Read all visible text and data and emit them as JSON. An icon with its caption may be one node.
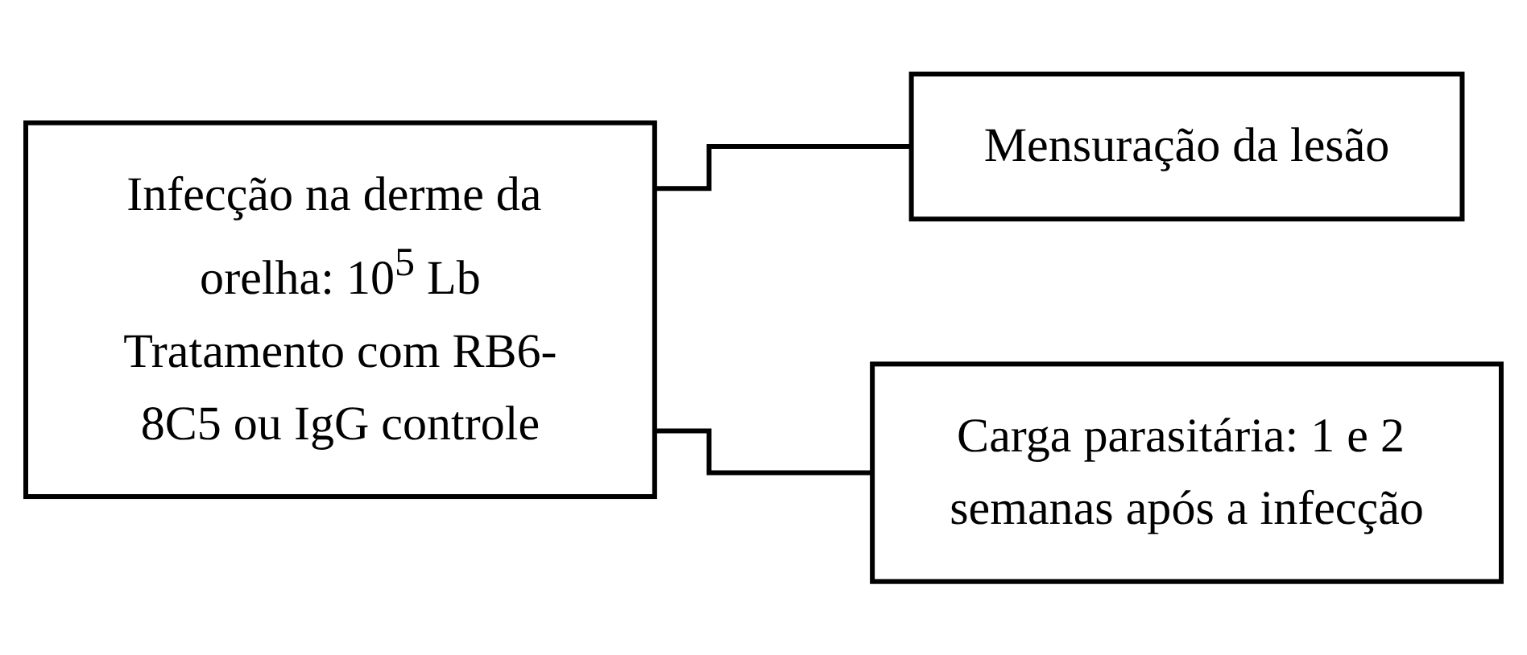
{
  "diagram": {
    "nodes": [
      {
        "text": [
          "Infecção na derme da orelha: 10$^{5}$ Lb",
          "Tratamento com RB6-8C5 ou IgG controle"
        ]
      },
      {
        "text": [
          "Mensuração da lesão"
        ]
      },
      {
        "text": [
          "Carga parasitária: 1 e 2 semanas após a infecção"
        ]
      }
    ],
    "edges": [
      {
        "from": 0,
        "to": 1,
        "arrow": "none"
      },
      {
        "from": 0,
        "to": 2,
        "arrow": "none"
      }
    ]
  }
}
